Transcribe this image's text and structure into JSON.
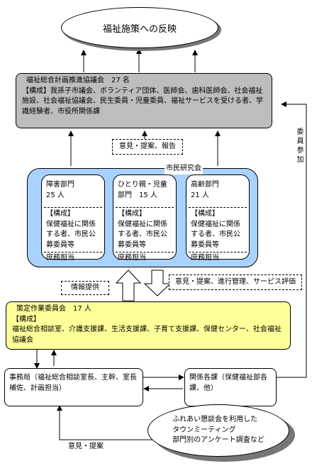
{
  "top_goal": "福祉施策への反映",
  "council": {
    "title": "福祉総合計画推進協議会　27 名",
    "composition": "【構成】我孫子市議会、ボランティア団体、医師会、歯科医師会、社会福祉施設、社会福祉協議会、民生委員・児童委員、福祉サービスを受ける者、学識経験者、市役所関係課"
  },
  "committee_member_label": "委員参加",
  "opinion_report_label": "意見・提案、報告",
  "research_group": {
    "title": "市民研究会",
    "departments": [
      {
        "name": "障害部門\n25 人",
        "composition": "【構成】\n保健福祉に関係する者、市民公募委員等",
        "secretariat": "庶務担当"
      },
      {
        "name": "ひとり親・児童部門　15 人",
        "composition": "【構成】\n保健福祉に関係する者、市民公募委員等",
        "secretariat": "庶務担当"
      },
      {
        "name": "高齢部門\n21 人",
        "composition": "【構成】\n保健福祉に関係する者、市民公募委員等",
        "secretariat": "庶務担当"
      }
    ]
  },
  "info_provision_label": "情報提供",
  "progress_label": "意見・提案、進行管理、サービス評価",
  "working_committee": {
    "title": "策定作業委員会　17 人",
    "composition": "【構成】\n福祉総合相談室、介護支援課、生活支援課、子育て支援課、保健センター、社会福祉協議会"
  },
  "secretariat_office": "事務局（福祉総合相談室長、主幹、室長補佐、計画担当）",
  "related_divisions": "関係各課（保健福祉部各課、他）",
  "town_meeting": "ふれあい懇談会を利用した\nタウンミーティング\n部門別のアンケート調査など",
  "bottom_opinion_label": "意見・提案",
  "colors": {
    "gray_box": "#bdbdbd",
    "blue_region": "#a9d2ff",
    "yellow_box": "#ffff99"
  }
}
